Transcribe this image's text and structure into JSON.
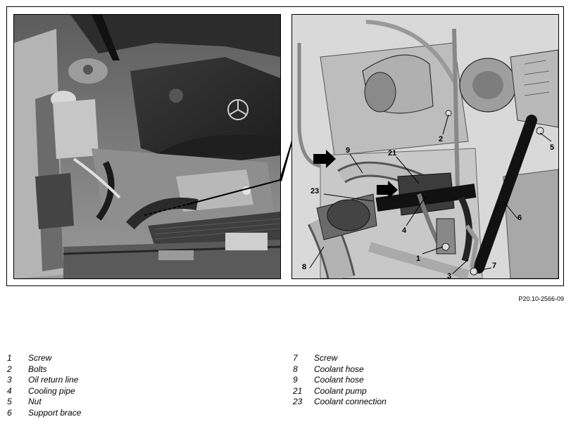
{
  "figure_reference": "P20.10-2566-09",
  "callouts": {
    "c1": "1",
    "c2": "2",
    "c3": "3",
    "c4": "4",
    "c5": "5",
    "c6": "6",
    "c7": "7",
    "c8": "8",
    "c9": "9",
    "c21": "21",
    "c23": "23"
  },
  "legend_left": [
    {
      "num": "1",
      "label": "Screw"
    },
    {
      "num": "2",
      "label": "Bolts"
    },
    {
      "num": "3",
      "label": "Oil return line"
    },
    {
      "num": "4",
      "label": "Cooling pipe"
    },
    {
      "num": "5",
      "label": "Nut"
    },
    {
      "num": "6",
      "label": "Support brace"
    }
  ],
  "legend_right": [
    {
      "num": "7",
      "label": "Screw"
    },
    {
      "num": "8",
      "label": "Coolant hose"
    },
    {
      "num": "9",
      "label": "Coolant hose"
    },
    {
      "num": "21",
      "label": "Coolant pump"
    },
    {
      "num": "23",
      "label": "Coolant connection"
    }
  ],
  "colors": {
    "frame": "#000000",
    "photo_dark": "#2a2a2a",
    "photo_mid": "#7a7a7a",
    "photo_light": "#bdbdbd",
    "drawing_bg": "#d6d6d6"
  }
}
